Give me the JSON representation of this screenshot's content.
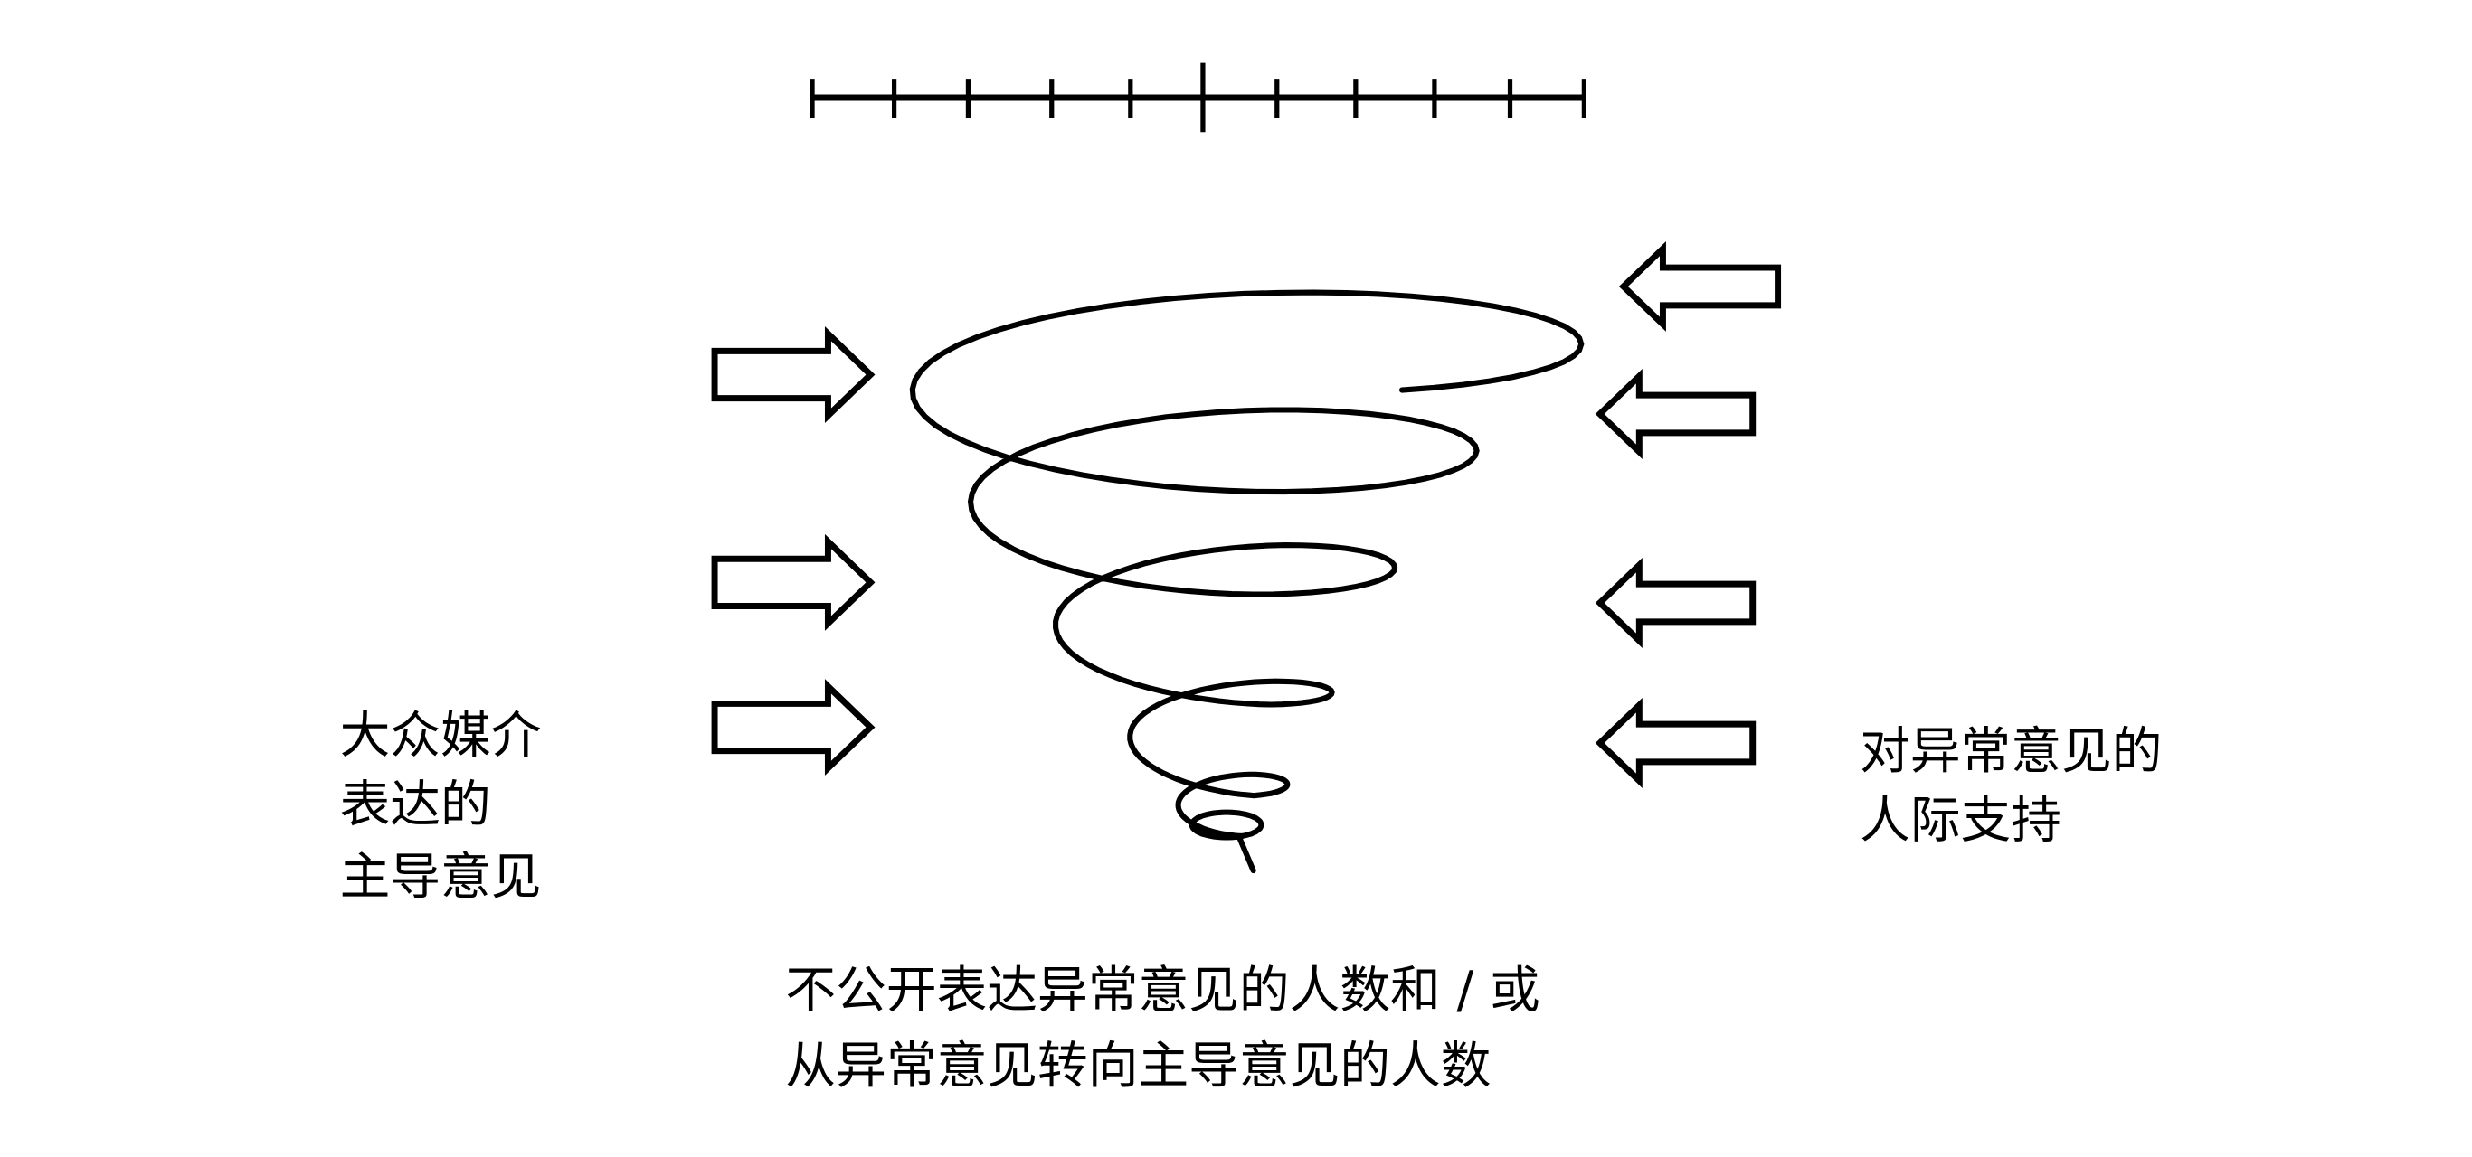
{
  "diagram": {
    "scale_ticks": 11,
    "left_label": [
      "大众媒介",
      "表达的",
      "主导意见"
    ],
    "right_label": [
      "对异常意见的",
      "人际支持"
    ],
    "bottom_label": [
      "不公开表达异常意见的人数和 / 或",
      "从异常意见转向主导意见的人数"
    ],
    "left_arrows": 3,
    "right_arrows": 4,
    "colors": {
      "stroke": "#000000",
      "background": "#ffffff"
    }
  }
}
